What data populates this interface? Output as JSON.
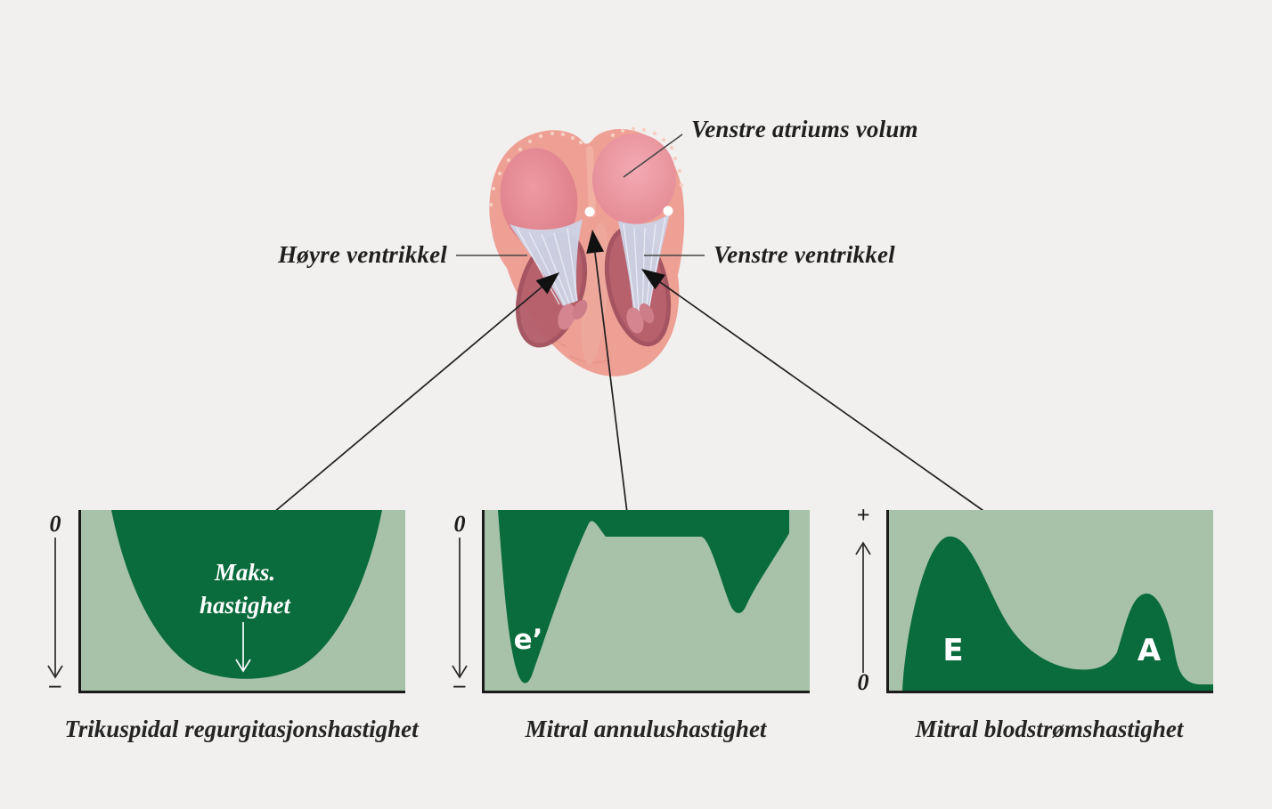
{
  "figure": {
    "heart_labels": {
      "left_atrium_volume": "Venstre atriums volum",
      "right_ventricle": "Høyre ventrikkel",
      "left_ventricle": "Venstre ventrikkel"
    },
    "panels": [
      {
        "caption": "Trikuspidal regurgitasjonshastighet",
        "axis_top": "0",
        "axis_bottom": "–",
        "annotation": "Maks.\nhastighet"
      },
      {
        "caption": "Mitral annulushastighet",
        "axis_top": "0",
        "axis_bottom": "–",
        "wave_label": "e’"
      },
      {
        "caption": "Mitral blodstrømshastighet",
        "axis_top": "+",
        "axis_bottom": "0",
        "wave_label_e": "E",
        "wave_label_a": "A"
      }
    ],
    "colors": {
      "background": "#f1f0ee",
      "waveform_dark_green": "#0a6b3c",
      "panel_light_green": "#a7c2a8",
      "line_black": "#1f1f1f",
      "white": "#ffffff",
      "heart_wall": "#efa095",
      "heart_atrium": "#e8909a",
      "heart_cavity": "#b55f6c",
      "chordae": "#ccd4e7"
    }
  }
}
